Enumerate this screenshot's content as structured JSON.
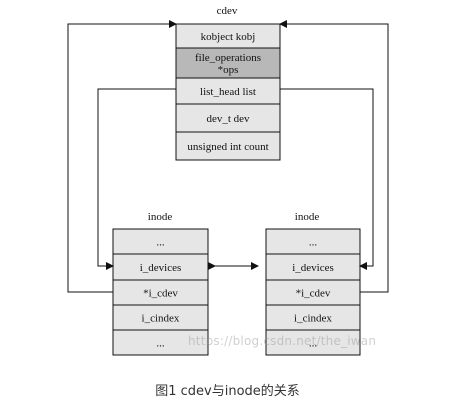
{
  "cdev": {
    "title": "cdev",
    "fields": [
      "kobject kobj",
      "file_operations *ops",
      "list_head list",
      "dev_t dev",
      "unsigned int count"
    ]
  },
  "inode_left": {
    "title": "inode",
    "fields": [
      "...",
      "i_devices",
      "*i_cdev",
      "i_cindex",
      "..."
    ]
  },
  "inode_right": {
    "title": "inode",
    "fields": [
      "...",
      "i_devices",
      "*i_cdev",
      "i_cindex",
      "..."
    ]
  },
  "caption": "图1  cdev与inode的关系",
  "watermark": "https://blog.csdn.net/the_iwan",
  "colors": {
    "field_fill": "#e6e6e6",
    "highlight_fill": "#b8b8b8",
    "stroke": "#111111"
  }
}
